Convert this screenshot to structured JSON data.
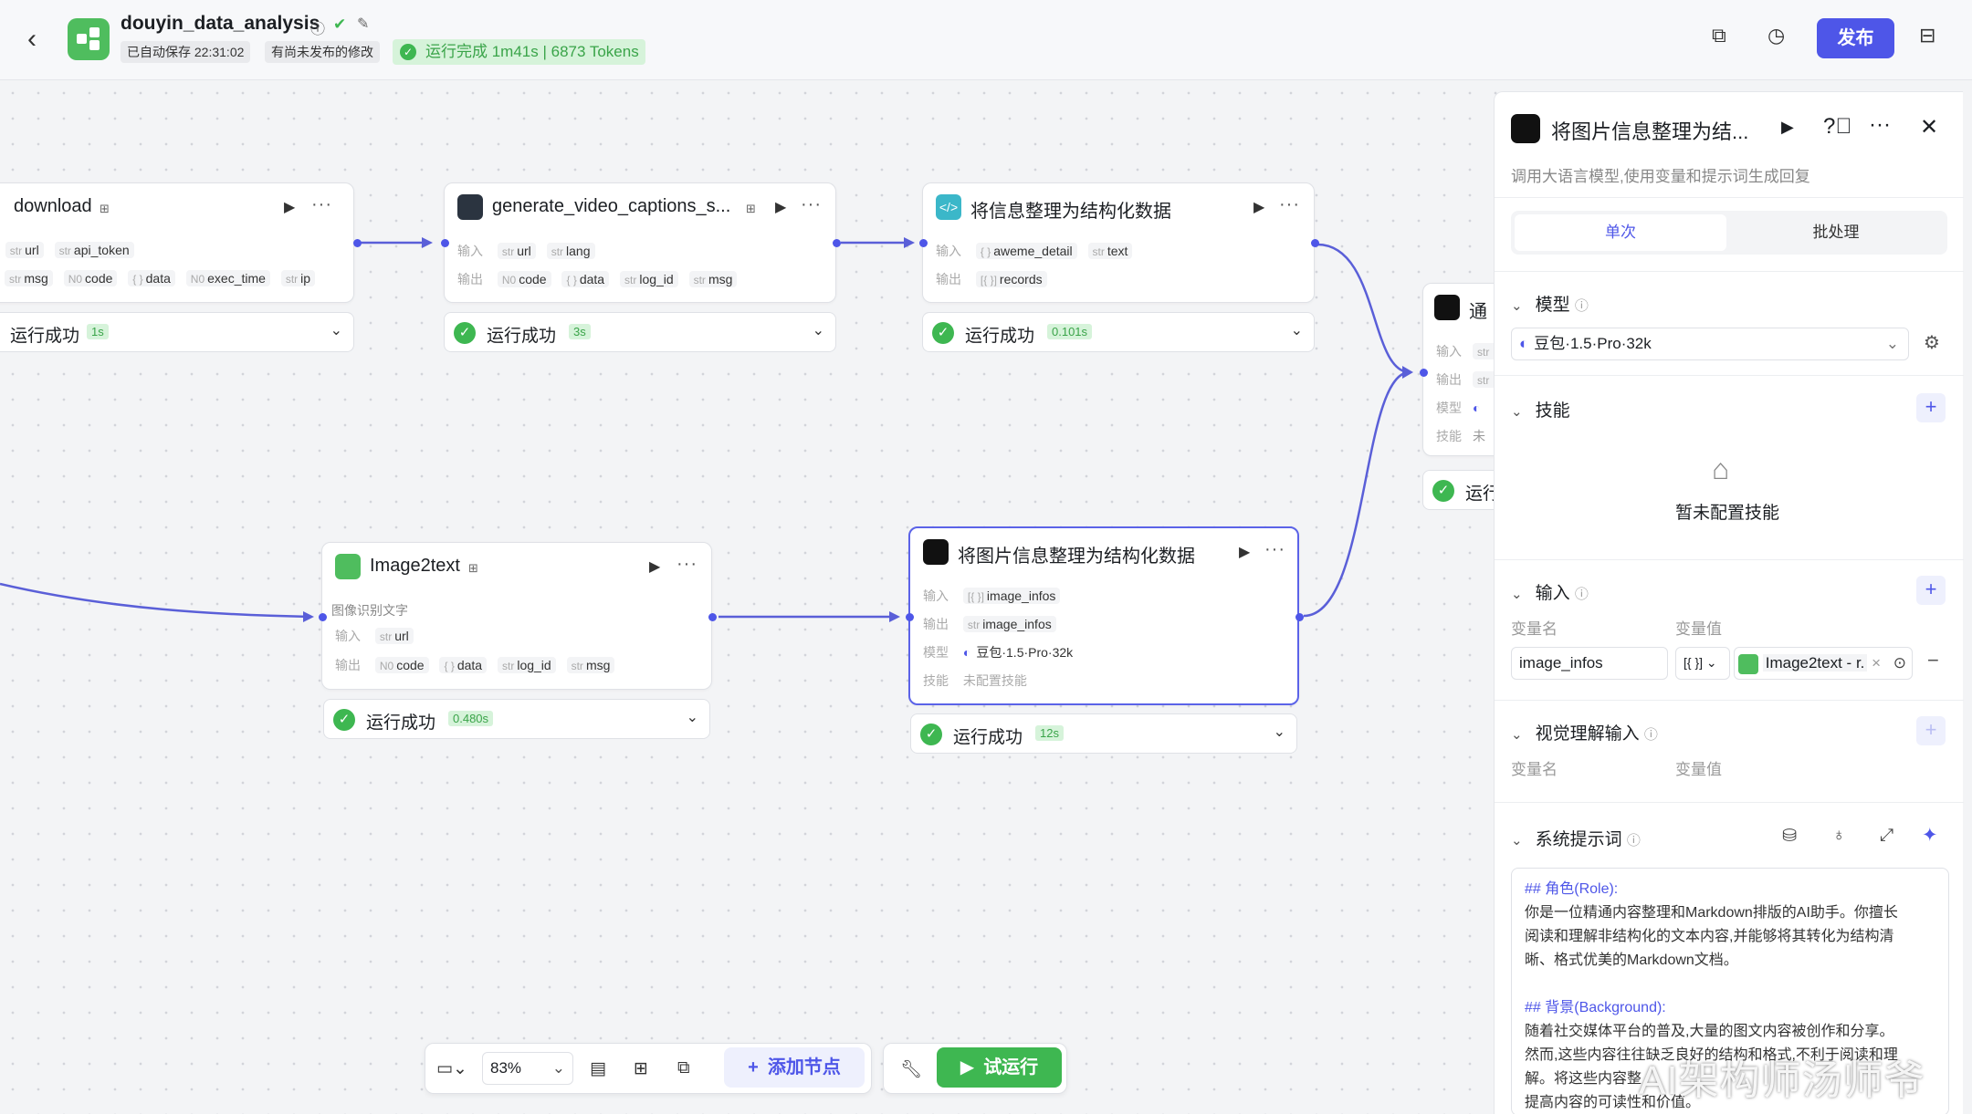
{
  "header": {
    "title": "douyin_data_analysis",
    "autosave": "已自动保存 22:31:02",
    "unpublished": "有尚未发布的修改",
    "run_status": "运行完成 1m41s | 6873 Tokens",
    "publish_label": "发布"
  },
  "nodes": {
    "download": {
      "title": "download",
      "inputs": [
        {
          "type": "str",
          "name": "url"
        },
        {
          "type": "str",
          "name": "api_token"
        }
      ],
      "outputs": [
        {
          "type": "str",
          "name": "msg"
        },
        {
          "type": "N0",
          "name": "code"
        },
        {
          "type": "{ }",
          "name": "data"
        },
        {
          "type": "N0",
          "name": "exec_time"
        },
        {
          "type": "str",
          "name": "ip"
        }
      ],
      "status": "运行成功",
      "time": "1s"
    },
    "captions": {
      "title": "generate_video_captions_s...",
      "in_label": "输入",
      "out_label": "输出",
      "inputs": [
        {
          "type": "str",
          "name": "url"
        },
        {
          "type": "str",
          "name": "lang"
        }
      ],
      "outputs": [
        {
          "type": "N0",
          "name": "code"
        },
        {
          "type": "{ }",
          "name": "data"
        },
        {
          "type": "str",
          "name": "log_id"
        },
        {
          "type": "str",
          "name": "msg"
        }
      ],
      "status": "运行成功",
      "time": "3s"
    },
    "structure": {
      "title": "将信息整理为结构化数据",
      "in_label": "输入",
      "out_label": "输出",
      "inputs": [
        {
          "type": "{ }",
          "name": "aweme_detail"
        },
        {
          "type": "str",
          "name": "text"
        }
      ],
      "outputs": [
        {
          "type": "[{ }]",
          "name": "records"
        }
      ],
      "status": "运行成功",
      "time": "0.101s"
    },
    "partial": {
      "title": "通",
      "rows": [
        "输入",
        "输出",
        "模型",
        "技能"
      ],
      "row_tags": [
        "str",
        "str",
        "",
        ""
      ],
      "skill_value": "未",
      "status": "运行"
    },
    "image2text": {
      "title": "Image2text",
      "desc": "图像识别文字",
      "in_label": "输入",
      "out_label": "输出",
      "inputs": [
        {
          "type": "str",
          "name": "url"
        }
      ],
      "outputs": [
        {
          "type": "N0",
          "name": "code"
        },
        {
          "type": "{ }",
          "name": "data"
        },
        {
          "type": "str",
          "name": "log_id"
        },
        {
          "type": "str",
          "name": "msg"
        }
      ],
      "status": "运行成功",
      "time": "0.480s"
    },
    "imageinfo": {
      "title": "将图片信息整理为结构化数据",
      "in_label": "输入",
      "out_label": "输出",
      "model_label": "模型",
      "skill_label": "技能",
      "inputs": [
        {
          "type": "[{ }]",
          "name": "image_infos"
        }
      ],
      "outputs": [
        {
          "type": "str",
          "name": "image_infos"
        }
      ],
      "model": "豆包·1.5·Pro·32k",
      "skills": "未配置技能",
      "status": "运行成功",
      "time": "12s"
    }
  },
  "panel": {
    "title": "将图片信息整理为结...",
    "description": "调用大语言模型,使用变量和提示词生成回复",
    "tabs": [
      "单次",
      "批处理"
    ],
    "model_section": "模型",
    "model_value": "豆包·1.5·Pro·32k",
    "skills_section": "技能",
    "skills_empty": "暂未配置技能",
    "input_section": "输入",
    "var_name_label": "变量名",
    "var_value_label": "变量值",
    "input_var_name": "image_infos",
    "input_var_type": "[{ }]",
    "input_var_ref": "Image2text - r.",
    "vision_section": "视觉理解输入",
    "vision_var_name_label": "变量名",
    "vision_var_value_label": "变量值",
    "system_prompt_section": "系统提示词",
    "prompt_lines": [
      "## 角色(Role):",
      "你是一位精通内容整理和Markdown排版的AI助手。你擅长",
      "阅读和理解非结构化的文本内容,并能够将其转化为结构清",
      "晰、格式优美的Markdown文档。",
      "",
      "## 背景(Background):",
      "随着社交媒体平台的普及,大量的图文内容被创作和分享。",
      "然而,这些内容往往缺乏良好的结构和格式,不利于阅读和理",
      "解。将这些内容整",
      "提高内容的可读性和价值。"
    ]
  },
  "toolbar": {
    "zoom": "83%",
    "add_node": "添加节点",
    "test_run": "试运行"
  },
  "watermark": "AI架构师汤师爷",
  "colors": {
    "accent": "#4e56e8",
    "success": "#3eb751",
    "edge": "#5a5fd8"
  }
}
